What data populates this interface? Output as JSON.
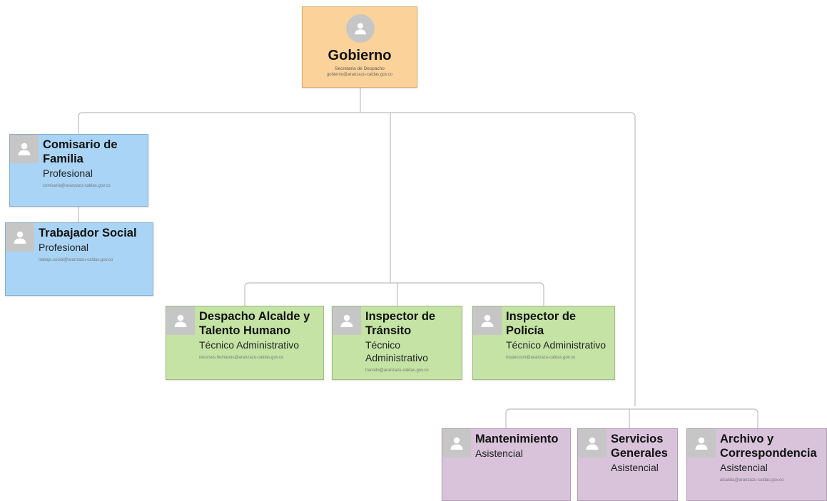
{
  "colors": {
    "root": "#fbd39a",
    "blue": "#a9d4f5",
    "green": "#c4e3a4",
    "purple": "#d8c3da",
    "connector": "#bdbdbd"
  },
  "avatar_icon": "person-icon",
  "root": {
    "name": "Gobierno",
    "role": "Secretaria de Despacho",
    "email": "gobierno@aranzazu-caldas.gov.co"
  },
  "left_branch": [
    {
      "name": "Comisario de Familia",
      "role": "Profesional",
      "email": "comisaria@aranzazu-caldas.gov.co"
    },
    {
      "name": "Trabajador Social",
      "role": "Profesional",
      "email": "trabajo.social@aranzazu-caldas.gov.co"
    }
  ],
  "middle_branch": [
    {
      "name": "Despacho Alcalde y Talento Humano",
      "role": "Técnico Administrativo",
      "email": "recursos.humanos@aranzazu-caldas.gov.co"
    },
    {
      "name": "Inspector de Tránsito",
      "role": "Técnico Administrativo",
      "email": "transito@aranzazu-caldas.gov.co"
    },
    {
      "name": "Inspector de Policía",
      "role": "Técnico Administrativo",
      "email": "inspeccion@aranzazu-caldas.gov.co"
    }
  ],
  "right_branch": [
    {
      "name": "Mantenimiento",
      "role": "Asistencial",
      "email": ""
    },
    {
      "name": "Servicios Generales",
      "role": "Asistencial",
      "email": ""
    },
    {
      "name": "Archivo y Correspondencia",
      "role": "Asistencial",
      "email": "alcaldia@aranzazu-caldas.gov.co"
    }
  ]
}
